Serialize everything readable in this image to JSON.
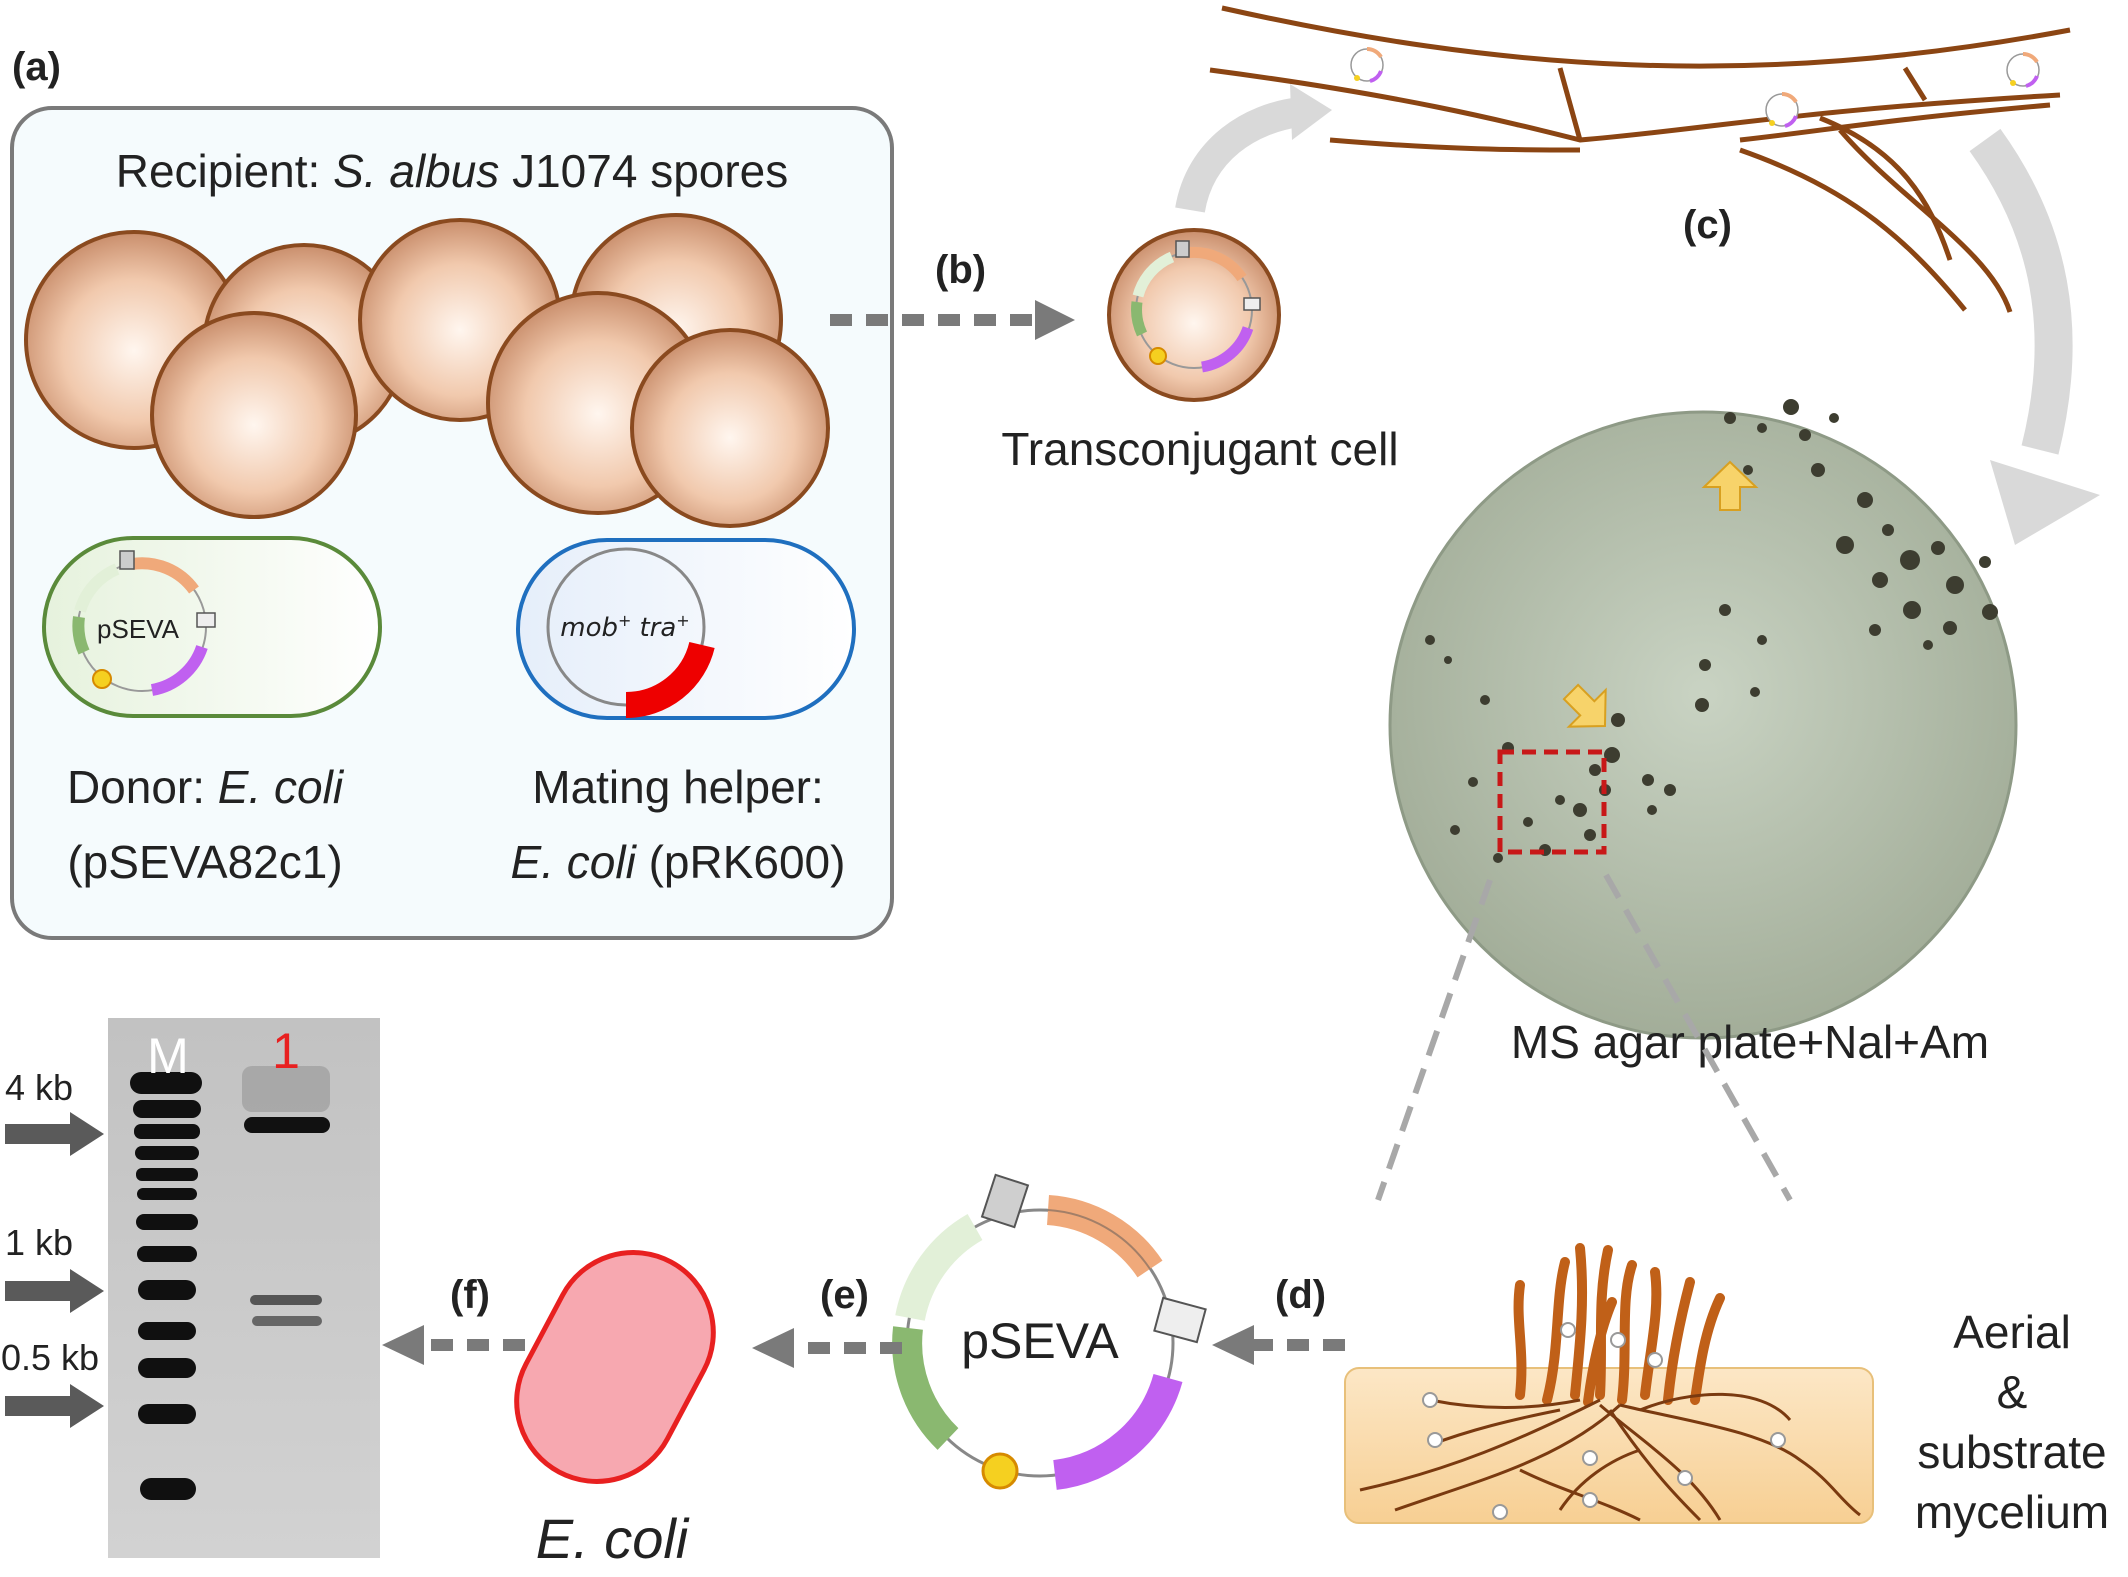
{
  "panels": {
    "a": "(a)",
    "b": "(b)",
    "c": "(c)",
    "d": "(d)",
    "e": "(e)",
    "f": "(f)"
  },
  "recipient": {
    "prefix": "Recipient: ",
    "species": "S. albus",
    "suffix": " J1074 spores"
  },
  "donor": {
    "plasmid_label": "pSEVA",
    "line1_prefix": "Donor: ",
    "line1_species": "E. coli",
    "line2": "(pSEVA82c1)"
  },
  "helper": {
    "genes_mob": "mob",
    "genes_tra": "tra",
    "sup": "+",
    "line1": "Mating helper:",
    "line2_species": "E. coli",
    "line2_suffix": " (pRK600)"
  },
  "transconjugant": {
    "label": "Transconjugant cell"
  },
  "plate": {
    "label": "MS agar plate+Nal+Am"
  },
  "mycelium": {
    "line1": "Aerial",
    "line2": "&",
    "line3": "substrate",
    "line4": "mycelium"
  },
  "plasmid_big": {
    "label": "pSEVA"
  },
  "ecoli": {
    "label": "E. coli"
  },
  "gel": {
    "lane_m": "M",
    "lane_1": "1",
    "markers": [
      "4 kb",
      "1 kb",
      "0.5 kb"
    ]
  },
  "colors": {
    "spore_outline": "#8a4a1f",
    "hypha": "#8b4513",
    "donor_outline": "#5a8a3a",
    "helper_outline": "#1f6fbf",
    "ecoli_outline": "#e82020",
    "ecoli_fill": "#f7a8b0",
    "arrow": "#7a7a7a",
    "lane_label_red": "#e82020",
    "plasmid_orange": "#f0a97a",
    "plasmid_purple": "#c060f0",
    "plasmid_green": "#8ab870",
    "plasmid_lightgreen": "#e2f0d8",
    "origin_yellow": "#f5d020"
  }
}
